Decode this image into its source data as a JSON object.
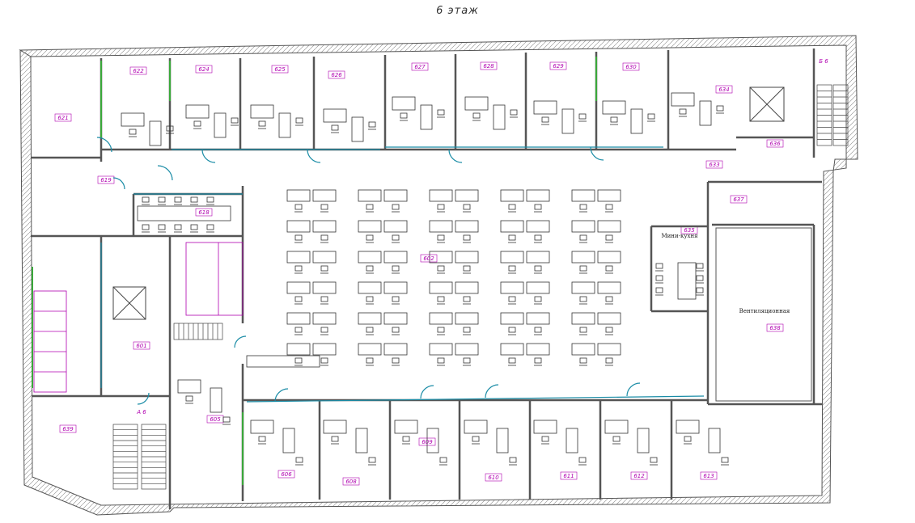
{
  "floor_title": "6 этаж",
  "labels": {
    "mini_kitchen": "Мини-кухня",
    "ventilation": "Вентиляционная"
  },
  "stair_labels": [
    "Б 6",
    "А 6"
  ],
  "colors": {
    "wall": "#555555",
    "wall_fill": "#d8d8d8",
    "room_tag": "#b000b0",
    "door": "#1a8ca6",
    "furniture": "#333333",
    "green_mark": "#3aa83a",
    "red_mark": "#d02020"
  },
  "rooms": [
    "621",
    "622",
    "624",
    "625",
    "626",
    "627",
    "628",
    "629",
    "630",
    "634",
    "636",
    "619",
    "618",
    "602",
    "633",
    "637",
    "635",
    "638",
    "601",
    "605",
    "606",
    "608",
    "609",
    "610",
    "611",
    "612",
    "613",
    "639"
  ],
  "icons": [
    "stairs-icon",
    "elevator-icon",
    "chair-icon",
    "desk-icon",
    "door-swing-icon",
    "wc-icon"
  ]
}
